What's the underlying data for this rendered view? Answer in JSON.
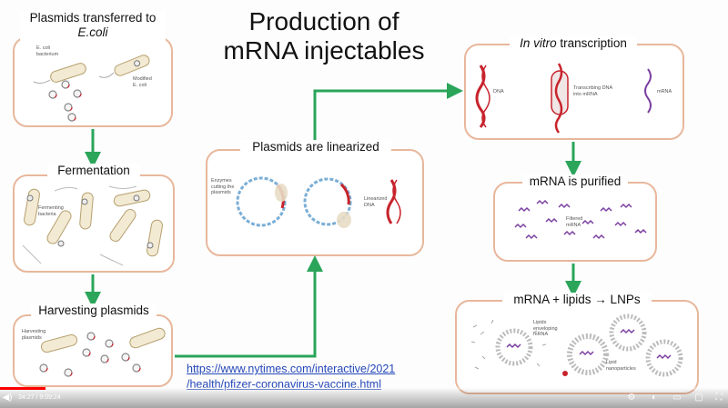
{
  "title_line1": "Production of",
  "title_line2": "mRNA injectables",
  "panels": {
    "plasmids": {
      "title_a": "Plasmids transferred to",
      "title_b": "E.coli",
      "cap1": "E. coli bacterium",
      "cap2": "Modified E. coli"
    },
    "fermentation": {
      "title": "Fermentation",
      "cap1": "Fermenting bacteria"
    },
    "harvesting": {
      "title": "Harvesting plasmids",
      "cap1": "Harvesting plasmids"
    },
    "linearized": {
      "title": "Plasmids are linearized",
      "cap1": "Enzymes cutting the plasmids",
      "cap2": "Linearized DNA"
    },
    "transcription": {
      "title_italic": "In vitro",
      "title_rest": " transcription",
      "cap_dna": "DNA",
      "cap_mid": "Transcribing DNA into mRNA",
      "cap_mrna": "mRNA"
    },
    "purified": {
      "title": "mRNA is purified",
      "cap1": "Filtered mRNA"
    },
    "lnps": {
      "title": "mRNA + lipids → LNPs",
      "cap1": "Lipids enveloping mRNA",
      "cap2": "Lipid nanoparticles"
    }
  },
  "link_line1": "https://www.nytimes.com/interactive/2021",
  "link_line2": "/health/pfizer-coronavirus-vaccine.html",
  "player": {
    "time": "34:27 / 9:09:24",
    "progress": 0.063
  },
  "colors": {
    "panel_border": "#e8b79c",
    "arrow": "#2aa55a",
    "dna_red": "#c8232c",
    "dna_blue": "#7aaed6",
    "mrna": "#7b3fa0",
    "link": "#2548b8"
  }
}
